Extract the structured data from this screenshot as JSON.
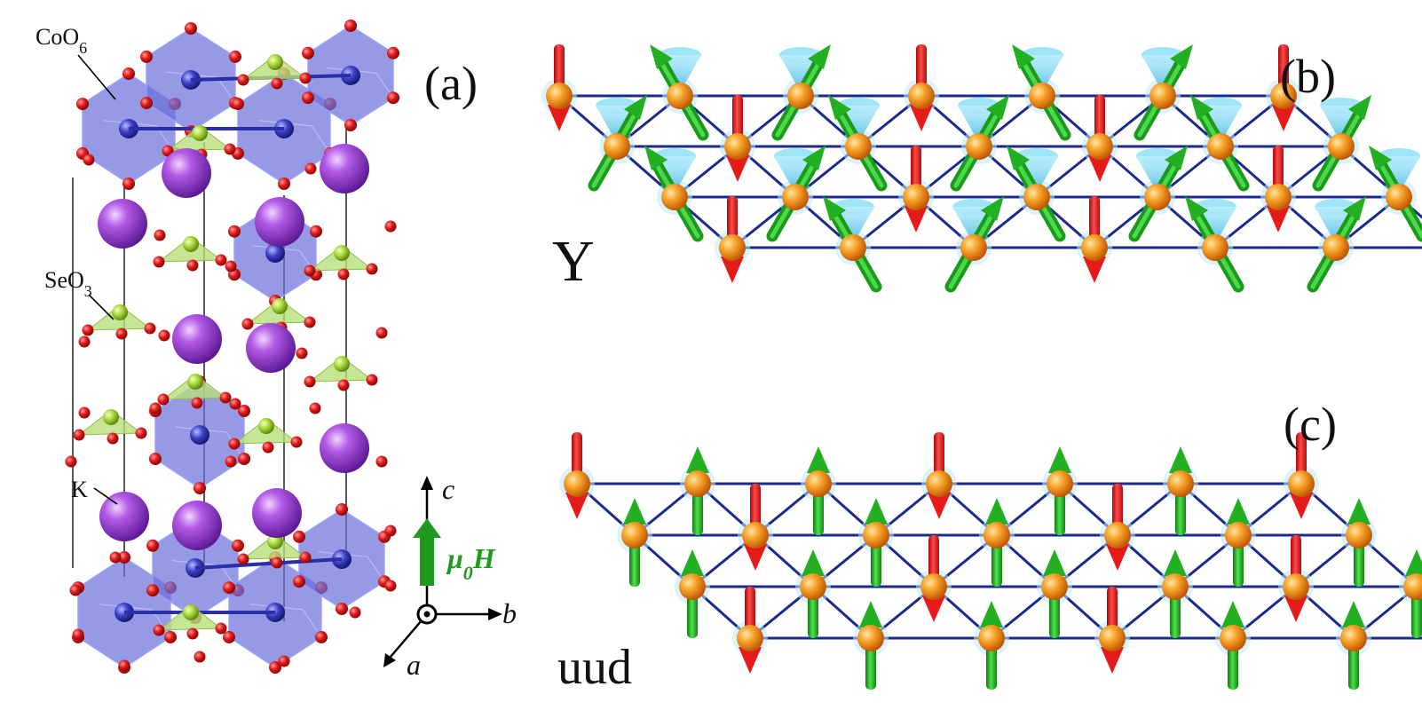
{
  "panels": {
    "a": {
      "label": "(a)",
      "species": {
        "coo6": {
          "base": "CoO",
          "sub": "6"
        },
        "seo3": {
          "base": "SeO",
          "sub": "3"
        },
        "k": {
          "text": "K"
        }
      },
      "axes": {
        "c": "c",
        "b": "b",
        "a": "a"
      },
      "field": {
        "mu": "μ",
        "sub": "0",
        "h": "H"
      }
    },
    "b": {
      "label": "(b)",
      "phase": "Y"
    },
    "c": {
      "label": "(c)",
      "phase": "uud"
    }
  },
  "colors": {
    "lattice_bond": "#1a2a8c",
    "site": "#f08a10",
    "spin_up": "#22b022",
    "spin_down": "#e51b1b",
    "cone": "#7fd8f0",
    "octahedron": "#6a6fd8",
    "potassium": "#9a3fd0",
    "oxygen": "#d81414",
    "selenium": "#a6d63a",
    "field_arrow": "#1f9a1f"
  }
}
